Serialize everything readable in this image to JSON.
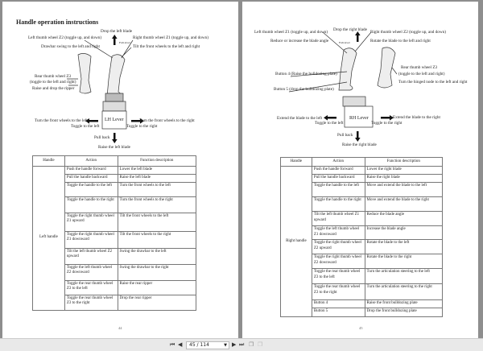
{
  "left_page": {
    "title": "Handle operation instructions",
    "labels": {
      "drop_blade": "Drop the left blade",
      "wheel_z2": "Left thumb wheel Z2 (toggle up, and down)",
      "wheel_z1": "Right thumb wheel Z1 (toggle up, and down)",
      "drawbar": "Drawbar swing to the left and right",
      "tilt": "Tilt the front wheels to the left and right",
      "full_level": "Full-level",
      "rear_z3": "Rear thumb wheel Z3",
      "rear_toggle": "(toggle to the left and right)",
      "ripper": "Raise and drop the ripper",
      "turn_left": "Turn the front wheels to the left",
      "turn_right": "Turn the front wheels to the right",
      "toggle_left": "Toggle to the left",
      "toggle_right": "Toggle to the right",
      "lever": "LH  Lever",
      "pull_back": "Pull back",
      "raise_blade": "Raise the left blade"
    },
    "table": {
      "headers": [
        "Handle",
        "Action",
        "Function description"
      ],
      "handle": "Left handle",
      "rows": [
        [
          "Push the handle forward",
          "Lower the left blade"
        ],
        [
          "Pull the handle backward",
          "Raise the left blade"
        ],
        [
          "Toggle the handle to the left",
          "Turn the front wheels to the left"
        ],
        [
          "Toggle the handle to the right",
          "Turn the front wheels to the right"
        ],
        [
          "Toggle the right thumb wheel Z1 upward",
          "Tilt the front wheels to the left"
        ],
        [
          "Toggle the right thumb wheel Z1 downward",
          "Tilt the front wheels to the right"
        ],
        [
          "Tilt the left thumb wheel Z2 upward",
          "Swing the drawbar to the left"
        ],
        [
          "Toggle the left thumb wheel Z2 downward",
          "Swing the drawbar to the right"
        ],
        [
          "Toggle the rear thumb wheel Z3 to the left",
          "Raise the rear ripper"
        ],
        [
          "Toggle the rear thumb wheel Z3 to the right",
          "Drop the rear ripper"
        ]
      ]
    },
    "page_number": "44"
  },
  "right_page": {
    "labels": {
      "drop_blade": "Drop the right blade",
      "wheel_z1": "Left thumb wheel Z1 (toggle up, and down)",
      "wheel_z2": "Right thumb wheel Z2 (toggle up, and down)",
      "angle": "Reduce or increase the blade angle",
      "rotate": "Rotate the blade to the left and right",
      "full_level": "Full-level",
      "rear_z3": "Rear thumb wheel Z3",
      "rear_toggle": "(toggle to the left and right)",
      "hinged": "Turn the hinged node to the left and right",
      "button4": "Button 4 (Raise the bulldozing plate)",
      "button5": "Button 5 (drop the bulldozing plate)",
      "extend_left": "Extend the blade to the left",
      "extend_right": "Extend the blade to the right",
      "toggle_left": "Toggle to the left",
      "toggle_right": "Toggle to the right",
      "lever": "RH  Lever",
      "pull_back": "Pull back",
      "raise_blade": "Raise the right blade"
    },
    "table": {
      "headers": [
        "Handle",
        "Action",
        "Function description"
      ],
      "handle": "Right handle",
      "rows": [
        [
          "Push the handle forward",
          "Lower the right blade"
        ],
        [
          "Pull the handle backward",
          "Raise the right blade"
        ],
        [
          "Toggle the handle to the left",
          "Move and extend the blade to the left"
        ],
        [
          "Toggle the handle to the right",
          "Move and extend the blade to the right"
        ],
        [
          "Tilt the left thumb wheel Z1 upward",
          "Reduce the blade angle"
        ],
        [
          "Toggle the left thumb wheel Z1 downward",
          "Increase the blade angle"
        ],
        [
          "Toggle the right thumb wheel Z2 upward",
          "Rotate the blade to the left"
        ],
        [
          "Toggle the right thumb wheel Z2 downward",
          "Rotate the blade to the right"
        ],
        [
          "Toggle the rear thumb wheel Z3 to the left",
          "Turn the articulation steering to the left"
        ],
        [
          "Toggle the rear thumb wheel Z3 to the right",
          "Turn the articulation steering to the right"
        ],
        [
          "Button 4",
          "Raise the front bulldozing plate"
        ],
        [
          "Button 5",
          "Drop the front bulldozing plate"
        ]
      ]
    },
    "page_number": "45"
  },
  "toolbar": {
    "page_value": "45 / 114",
    "icons": [
      "first-page-icon",
      "previous-page-icon",
      "next-page-icon",
      "last-page-icon",
      "single-page-view-icon",
      "two-page-view-icon"
    ]
  }
}
